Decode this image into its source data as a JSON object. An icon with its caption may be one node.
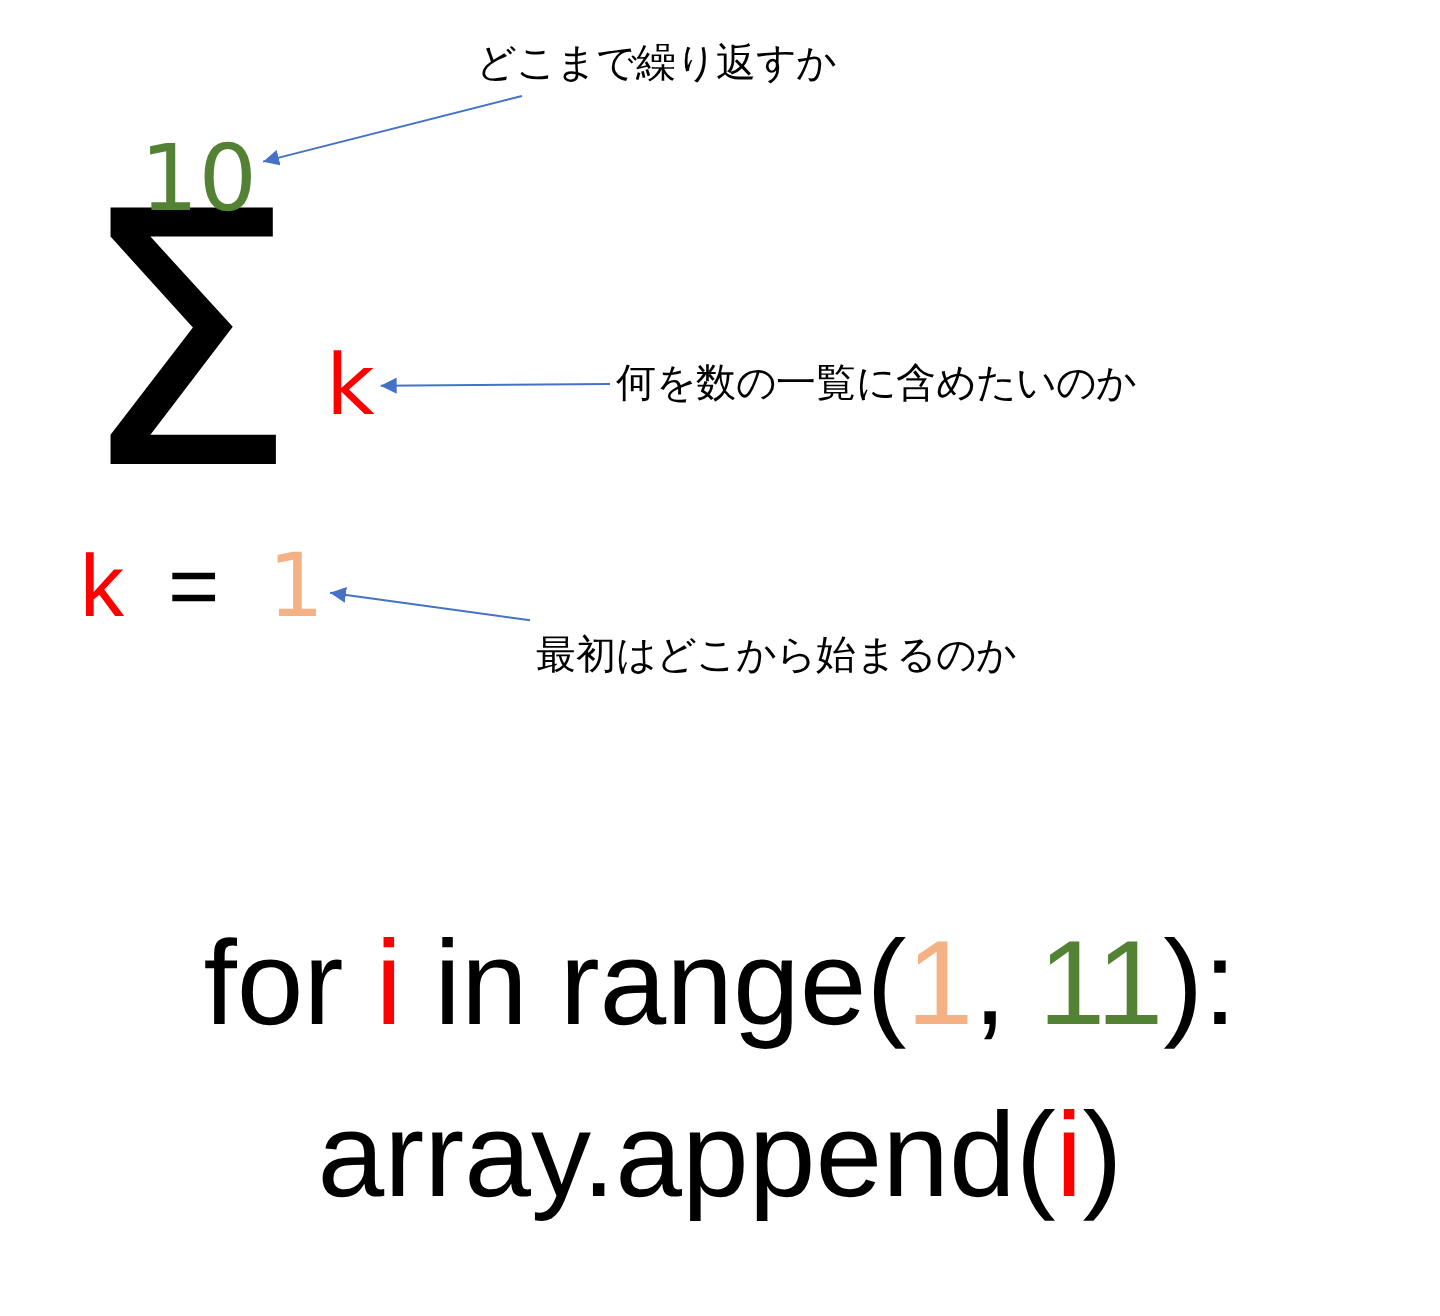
{
  "diagram": {
    "nodes": [
      {
        "text": [
          "どこまで繰り返すか"
        ]
      },
      {
        "text": [
          "10"
        ]
      },
      {
        "text": [
          "k"
        ]
      },
      {
        "text": [
          "何を数の一覧に含めたいのか"
        ]
      },
      {
        "text": [
          "1"
        ]
      },
      {
        "text": [
          "最初はどこから始まるのか"
        ]
      }
    ],
    "edges": [
      {
        "from": 0,
        "to": 1,
        "arrow": "to"
      },
      {
        "from": 3,
        "to": 2,
        "arrow": "to"
      },
      {
        "from": 5,
        "to": 4,
        "arrow": "to"
      }
    ],
    "labels": [
      "Σ",
      "k",
      "=",
      "for",
      "i",
      "in",
      "range(",
      "1",
      ",",
      "11",
      "):",
      "array.append(",
      "i",
      ")"
    ]
  }
}
